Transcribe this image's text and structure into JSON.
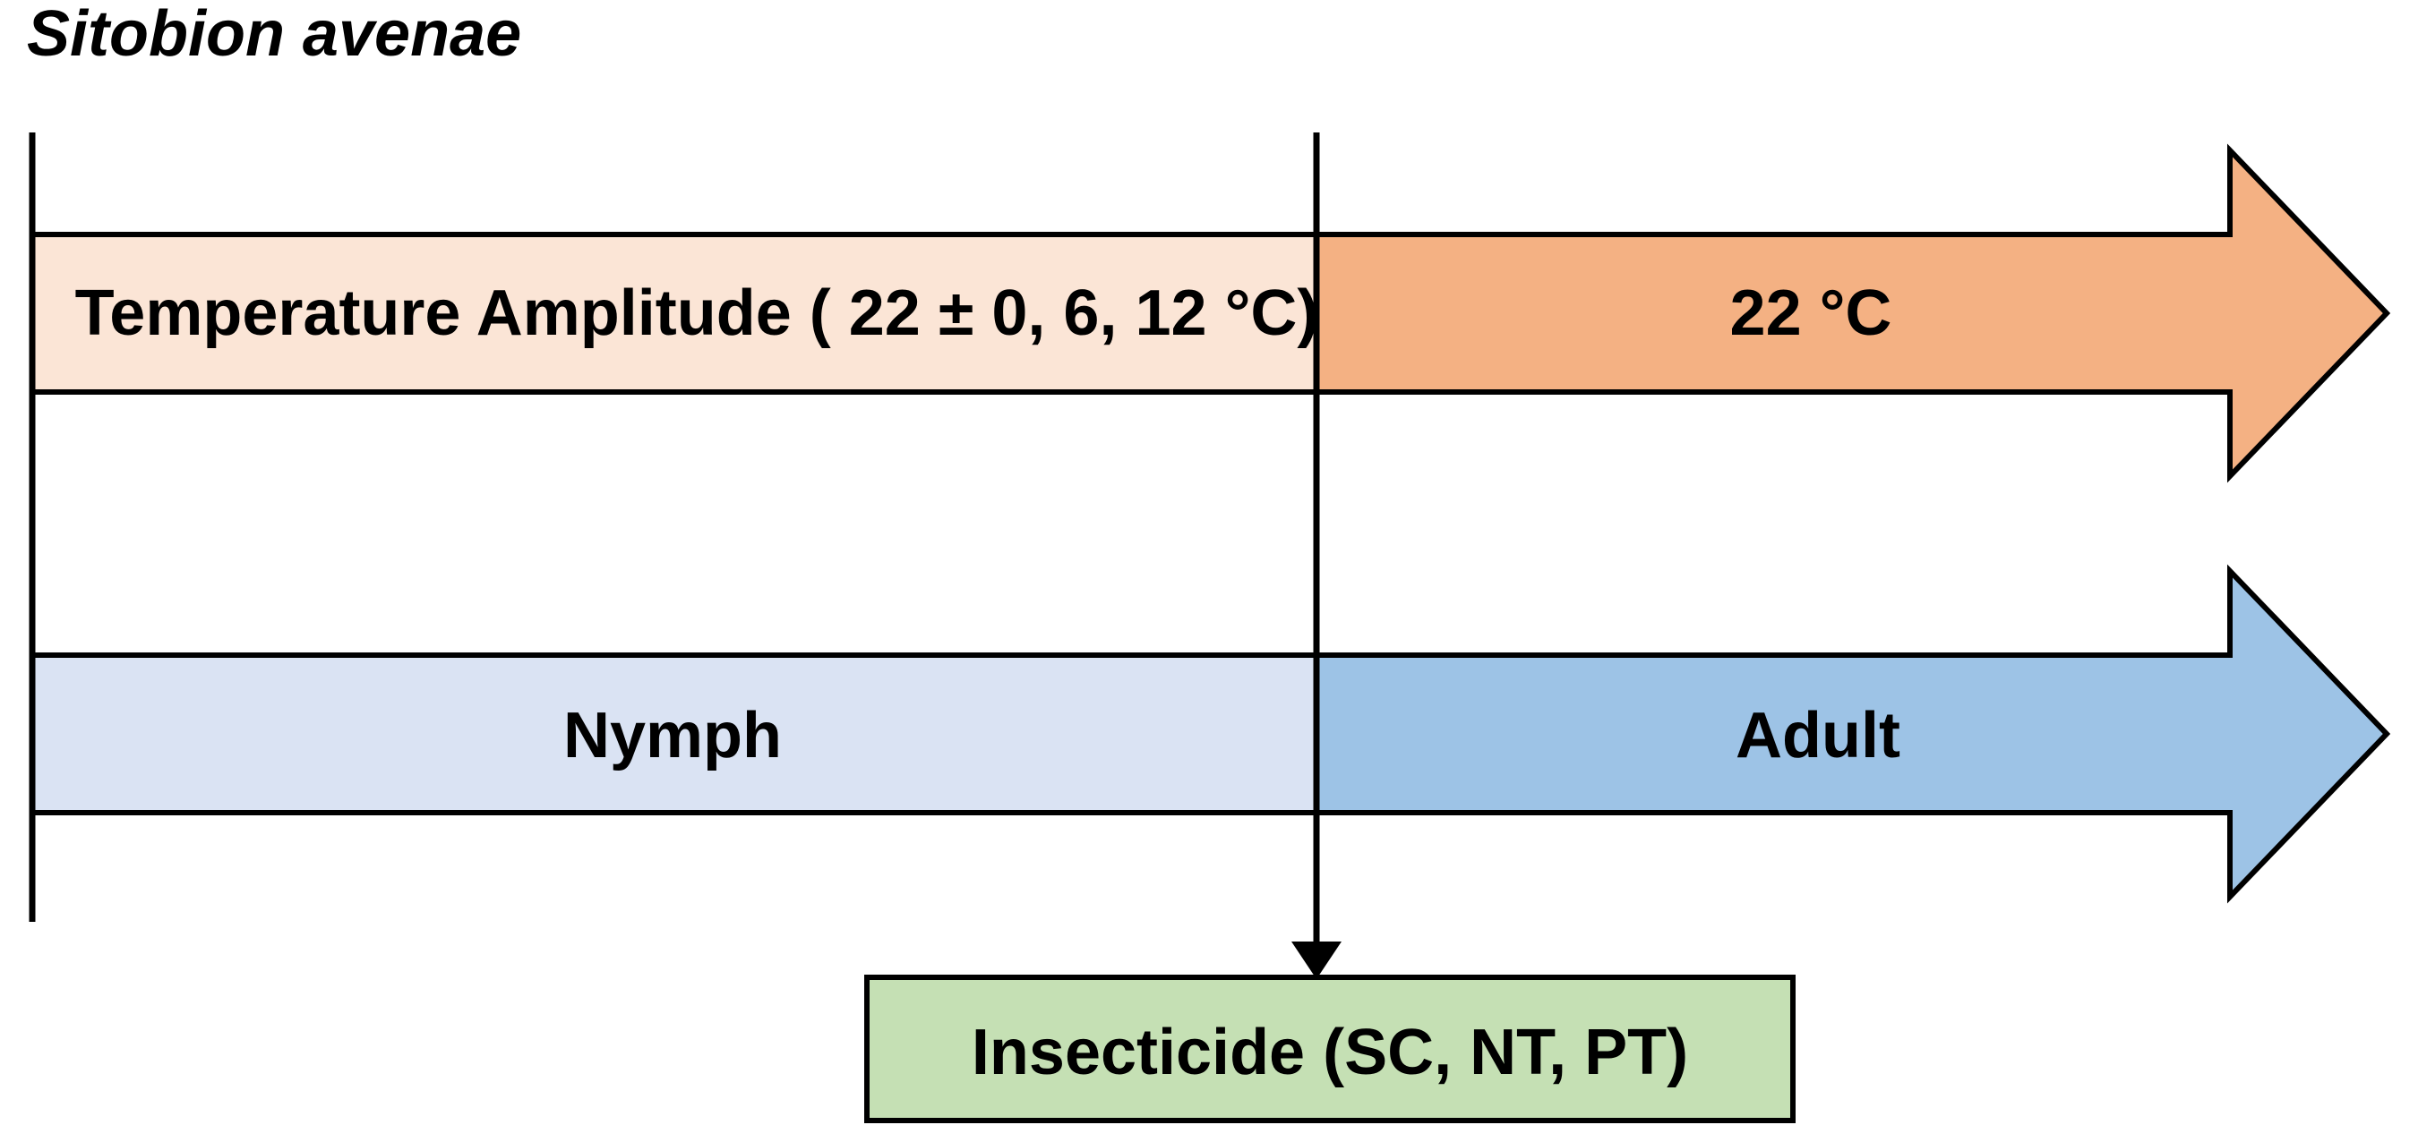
{
  "figure": {
    "title": "Sitobion avenae",
    "temperature_track": {
      "pre_treatment_label": "Temperature Amplitude ( 22 ± 0, 6, 12 °C)",
      "post_treatment_label": "22 °C"
    },
    "stage_track": {
      "pre_treatment_label": "Nymph",
      "post_treatment_label": "Adult"
    },
    "insecticide_box": {
      "label": "Insecticide (SC, NT, PT)"
    }
  },
  "colors": {
    "temperature_pre_fill": "#FBE5D6",
    "temperature_post_fill": "#F4B183",
    "stage_pre_fill": "#DAE3F3",
    "stage_post_fill": "#9DC3E6",
    "insecticide_fill": "#C5E0B4",
    "outline": "#000000",
    "text": "#000000"
  }
}
